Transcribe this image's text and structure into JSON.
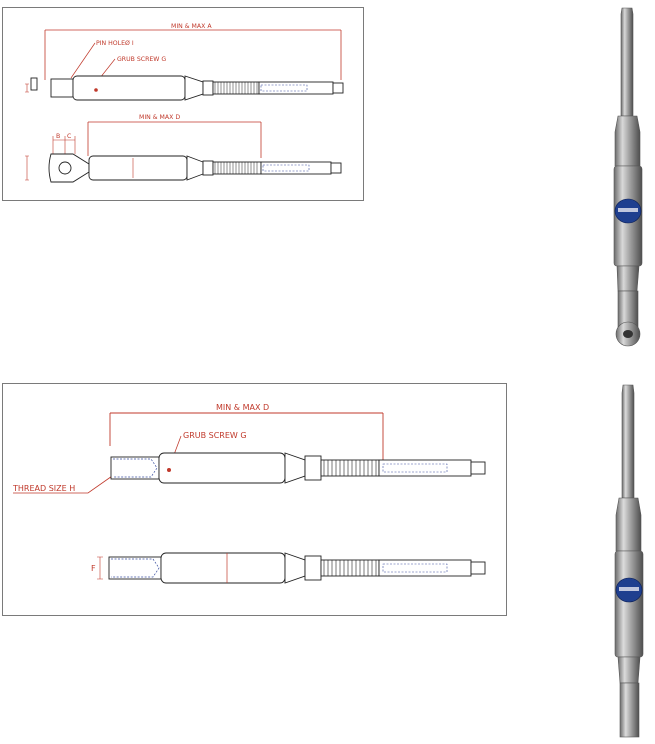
{
  "diagram_top": {
    "dim_a": "MIN & MAX A",
    "pin_hole": "PIN HOLEØ I",
    "grub_screw": "GRUB SCREW G",
    "dim_d": "MIN & MAX D",
    "label_b": "B",
    "label_c": "C"
  },
  "diagram_bottom": {
    "dim_d": "MIN & MAX D",
    "grub_screw": "GRUB SCREW G",
    "thread_size": "THREAD SIZE H",
    "label_f": "F"
  },
  "colors": {
    "dimension": "#c0392b",
    "outline": "#222222",
    "thread_dash": "#3a4fa0",
    "badge": "#1f3f8f"
  }
}
